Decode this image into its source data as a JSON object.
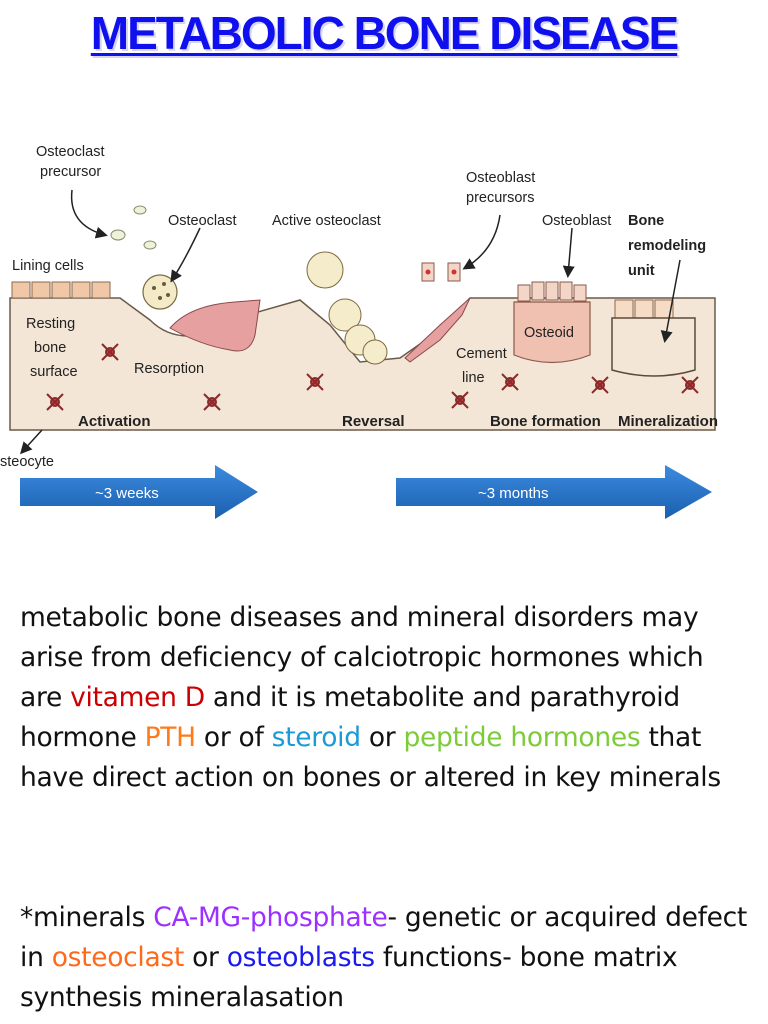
{
  "title": "METABOLIC BONE DISEASE",
  "diagram": {
    "labels": {
      "osteoclast_precursor_1": "Osteoclast",
      "osteoclast_precursor_2": "precursor",
      "osteoclast": "Osteoclast",
      "active_osteoclast": "Active osteoclast",
      "osteoblast_precursors_1": "Osteoblast",
      "osteoblast_precursors_2": "precursors",
      "osteoblast": "Osteoblast",
      "bone_remodeling_1": "Bone",
      "bone_remodeling_2": "remodeling",
      "bone_remodeling_3": "unit",
      "lining_cells": "Lining cells",
      "resting_1": "Resting",
      "resting_2": "bone",
      "resting_3": "surface",
      "resorption": "Resorption",
      "osteoid": "Osteoid",
      "cement_1": "Cement",
      "cement_2": "line",
      "osteocyte": "steocyte"
    },
    "stages": {
      "activation": "Activation",
      "reversal": "Reversal",
      "bone_formation": "Bone formation",
      "mineralization": "Mineralization"
    },
    "arrows": {
      "left": "~3 weeks",
      "right": "~3 months"
    }
  },
  "paragraph1": {
    "t1": "metabolic bone diseases and mineral disorders may arise from deficiency of calciotropic hormones which are ",
    "vitamin": "vitamen D",
    "t2": " and it is metabolite and parathyroid hormone ",
    "pth": "PTH",
    "t3": " or of ",
    "steroid": "steroid",
    "t4": " or ",
    "peptide": "peptide hormones",
    "t5": " that have direct action on bones or altered in key minerals"
  },
  "paragraph2": {
    "t1": "*minerals ",
    "minerals": "CA-MG-phosphate",
    "t2": "- genetic or acquired defect in ",
    "osteoclast": "osteoclast",
    "t3": " or ",
    "osteoblasts": "osteoblasts",
    "t4": " functions- bone matrix synthesis mineralasation"
  },
  "colors": {
    "title": "#1010ee",
    "vitamin": "#cc0000",
    "pth": "#ff7a1a",
    "steroid": "#1a9ad6",
    "peptide": "#7ccc3a",
    "minerals": "#9b30ff",
    "osteoclast": "#ff6a1a",
    "osteoblasts": "#1a1aee",
    "bone": "#f2e4d4",
    "cell_pink": "#e39a9a",
    "arrow": "#1f6fc0"
  }
}
